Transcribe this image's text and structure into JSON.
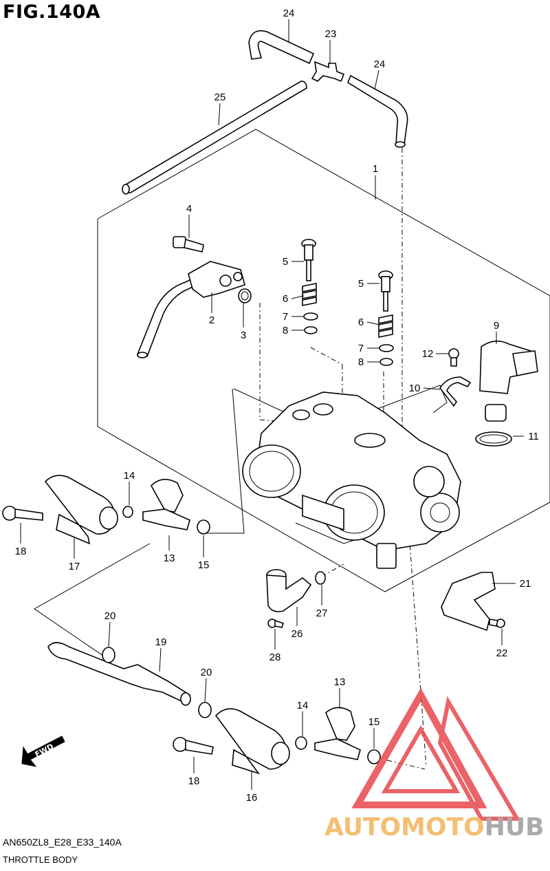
{
  "figure": {
    "title": "FIG.140A",
    "code": "AN650ZL8_E28_E33_140A",
    "caption": "THROTTLE BODY"
  },
  "fwd_label": "FWD",
  "labels": {
    "p1": "1",
    "p2": "2",
    "p3": "3",
    "p4": "4",
    "p5a": "5",
    "p5b": "5",
    "p6a": "6",
    "p6b": "6",
    "p7a": "7",
    "p7b": "7",
    "p8a": "8",
    "p8b": "8",
    "p9": "9",
    "p10": "10",
    "p11": "11",
    "p12": "12",
    "p13a": "13",
    "p13b": "13",
    "p14a": "14",
    "p14b": "14",
    "p15a": "15",
    "p15b": "15",
    "p16": "16",
    "p17": "17",
    "p18a": "18",
    "p18b": "18",
    "p19": "19",
    "p20a": "20",
    "p20b": "20",
    "p21": "21",
    "p22": "22",
    "p23": "23",
    "p24a": "24",
    "p24b": "24",
    "p25": "25",
    "p26": "26",
    "p27": "27",
    "p28": "28"
  },
  "watermark": {
    "part1": "AUTOMOTO",
    "part2": "HUB",
    "color1": "#f2b45a",
    "color2": "#9c9c9c",
    "triangle_color": "#e8474d"
  }
}
